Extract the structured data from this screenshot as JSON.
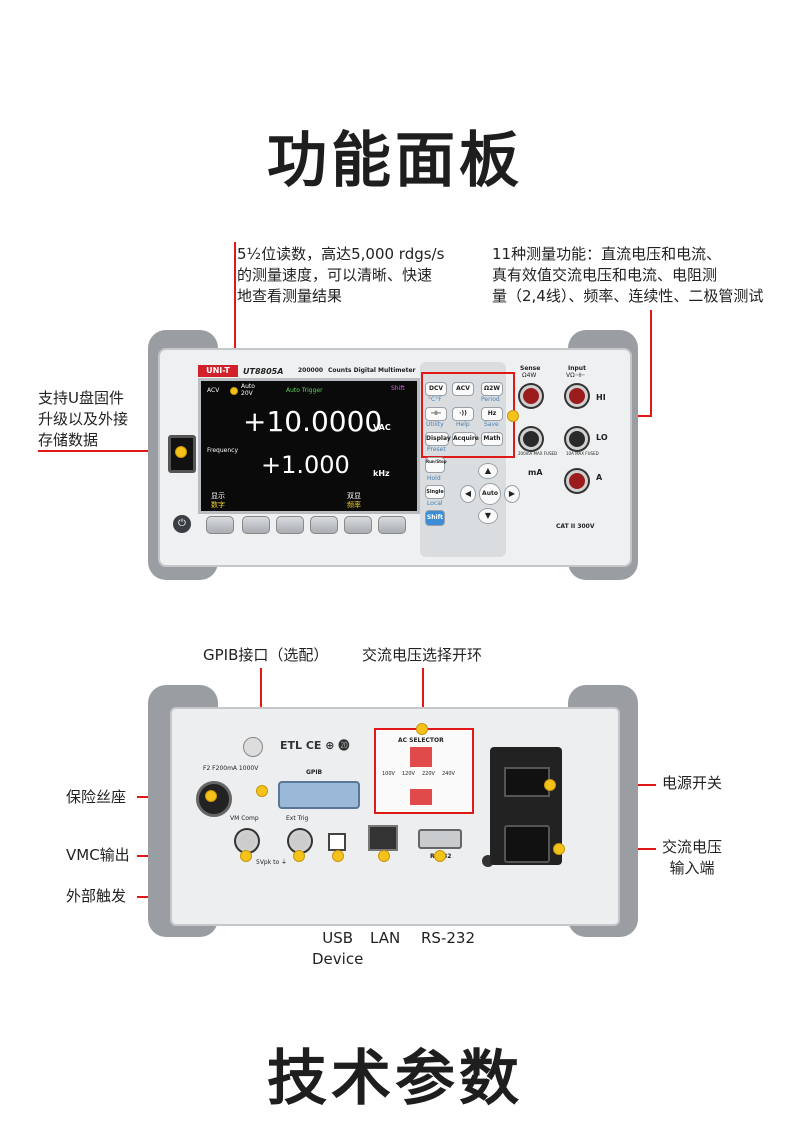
{
  "title_top": "功能面板",
  "title_bottom": "技术参数",
  "front": {
    "annotations": {
      "display": [
        "5½位读数，高达5,000 rdgs/s",
        "的测量速度，可以清晰、快速",
        "地查看测量结果"
      ],
      "functions": [
        "11种测量功能：直流电压和电流、",
        "真有效值交流电压和电流、电阻测",
        "量（2,4线）、频率、连续性、二极管测试"
      ],
      "usb": [
        "支持U盘固件",
        "升级以及外接",
        "存储数据"
      ]
    },
    "brand": "UNI-T",
    "model": "UT8805A",
    "subtitle_counts": "200000",
    "subtitle_name": "Counts Digital Multimeter",
    "screen": {
      "mode": "ACV",
      "range_label": "Auto",
      "range_value": "20V",
      "trigger": "Auto Trigger",
      "shift": "Shift",
      "primary_value": "+10.0000",
      "primary_unit": "VAC",
      "secondary_label": "Frequency",
      "secondary_value": "+1.000",
      "secondary_unit": "kHz",
      "softkey_left_1": "显示",
      "softkey_left_2": "数字",
      "softkey_right_1": "双显",
      "softkey_right_2": "频率"
    },
    "keys": {
      "row1": [
        "DCV",
        "ACV",
        "Ω2W"
      ],
      "row1_sub": [
        "°C°F",
        "",
        "Period"
      ],
      "row2": [
        "⊣⊢",
        "·))",
        "Hz"
      ],
      "row2_sub": [
        "Utility",
        "Help",
        "Save"
      ],
      "row3": [
        "Display",
        "Acquire",
        "Math"
      ],
      "row3_sub": [
        "Preset",
        "",
        ""
      ],
      "side": [
        "Run/Stop",
        "Hold",
        "Single",
        "Local",
        "Shift"
      ],
      "nav_center": "Auto"
    },
    "jacks": {
      "sense_label": "Sense",
      "sense_sub": "Ω4W",
      "input_label": "Input",
      "input_sub": "VΩ⊣⊢",
      "hi": "HI",
      "lo": "LO",
      "ma": "mA",
      "a": "A",
      "fuse_ma": "200mA MAX FUSED",
      "fuse_a": "10A MAX FUSED",
      "cat": "CAT II 300V"
    }
  },
  "rear": {
    "annotations": {
      "gpib": "GPIB接口（选配）",
      "ac_selector": "交流电压选择开环",
      "fuse": "保险丝座",
      "vmc": "VMC输出",
      "trigger": "外部触发",
      "power": "电源开关",
      "ac_input": [
        "交流电压",
        "输入端"
      ],
      "usb_device": [
        "USB",
        "Device"
      ],
      "lan": "LAN",
      "rs232": "RS-232"
    },
    "labels": {
      "fuse_rating": "F2 F200mA 1000V",
      "gpib": "GPIB",
      "vm_comp": "VM Comp",
      "ext_trig": "Ext Trig",
      "vpk": "5Vpk to ⏚",
      "ac_selector": "AC SELECTOR",
      "voltages": [
        "100V",
        "120V",
        "220V",
        "240V"
      ],
      "rs232": "RS232"
    }
  },
  "colors": {
    "accent_red": "#e01818",
    "marker_yellow": "#f5c21a",
    "screen_bg": "#0a0a0a",
    "frame_gray": "#8d9195"
  }
}
